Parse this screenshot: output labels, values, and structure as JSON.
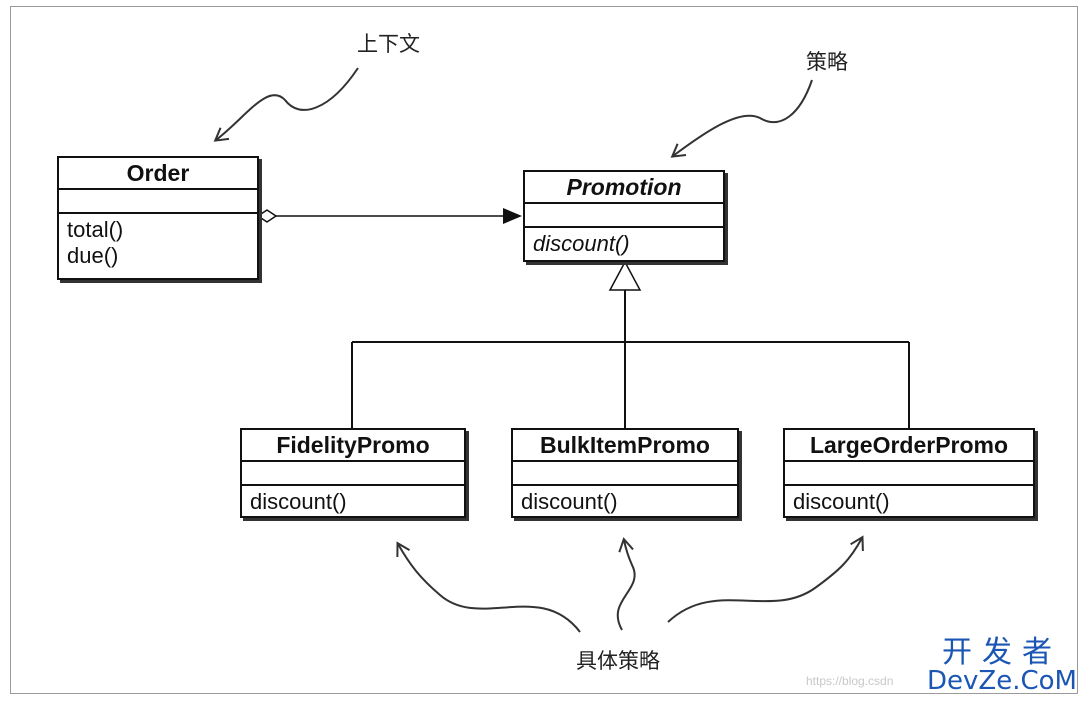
{
  "notes": {
    "context": "上下文",
    "strategy": "策略",
    "concrete": "具体策略"
  },
  "classes": {
    "order": {
      "name": "Order",
      "ops": [
        "total()",
        "due()"
      ]
    },
    "promotion": {
      "name": "Promotion",
      "ops": [
        "discount()"
      ]
    },
    "fidelity": {
      "name": "FidelityPromo",
      "ops": [
        "discount()"
      ]
    },
    "bulk": {
      "name": "BulkItemPromo",
      "ops": [
        "discount()"
      ]
    },
    "large": {
      "name": "LargeOrderPromo",
      "ops": [
        "discount()"
      ]
    }
  },
  "watermark": {
    "brand_cn": "开发者",
    "brand_en": "DevZe.CoM",
    "url": "https://blog.csdn"
  }
}
